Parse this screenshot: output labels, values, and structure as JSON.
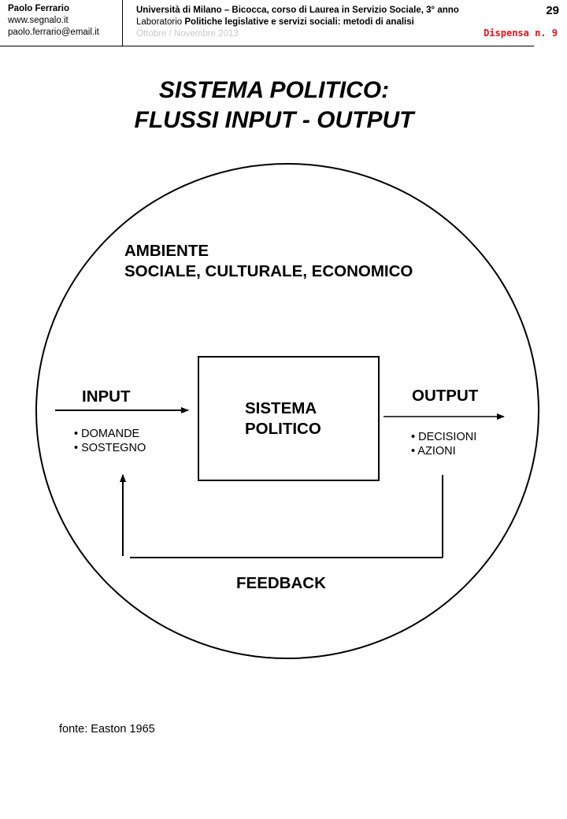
{
  "header": {
    "author": "Paolo Ferrario",
    "website": "www.segnalo.it",
    "email": "paolo.ferrario@email.it",
    "university_line": "Università di Milano – Bicocca, corso di  Laurea in Servizio Sociale, 3° anno",
    "lab_prefix": "Laboratorio ",
    "lab_course": "Politiche legislative e servizi sociali: metodi di analisi",
    "period": "Ottobre / Novembre 2013",
    "page_number": "29",
    "dispensa": "Dispensa n. 9"
  },
  "title": {
    "line1": "SISTEMA POLITICO:",
    "line2": "FLUSSI INPUT - OUTPUT"
  },
  "diagram": {
    "environment_line1": "AMBIENTE",
    "environment_line2": "SOCIALE, CULTURALE, ECONOMICO",
    "system_line1": "SISTEMA",
    "system_line2": "POLITICO",
    "input_label": "INPUT",
    "input_items": [
      "• DOMANDE",
      "• SOSTEGNO"
    ],
    "output_label": "OUTPUT",
    "output_items": [
      "• DECISIONI",
      "• AZIONI"
    ],
    "feedback_label": "FEEDBACK"
  },
  "source": "fonte: Easton  1965"
}
